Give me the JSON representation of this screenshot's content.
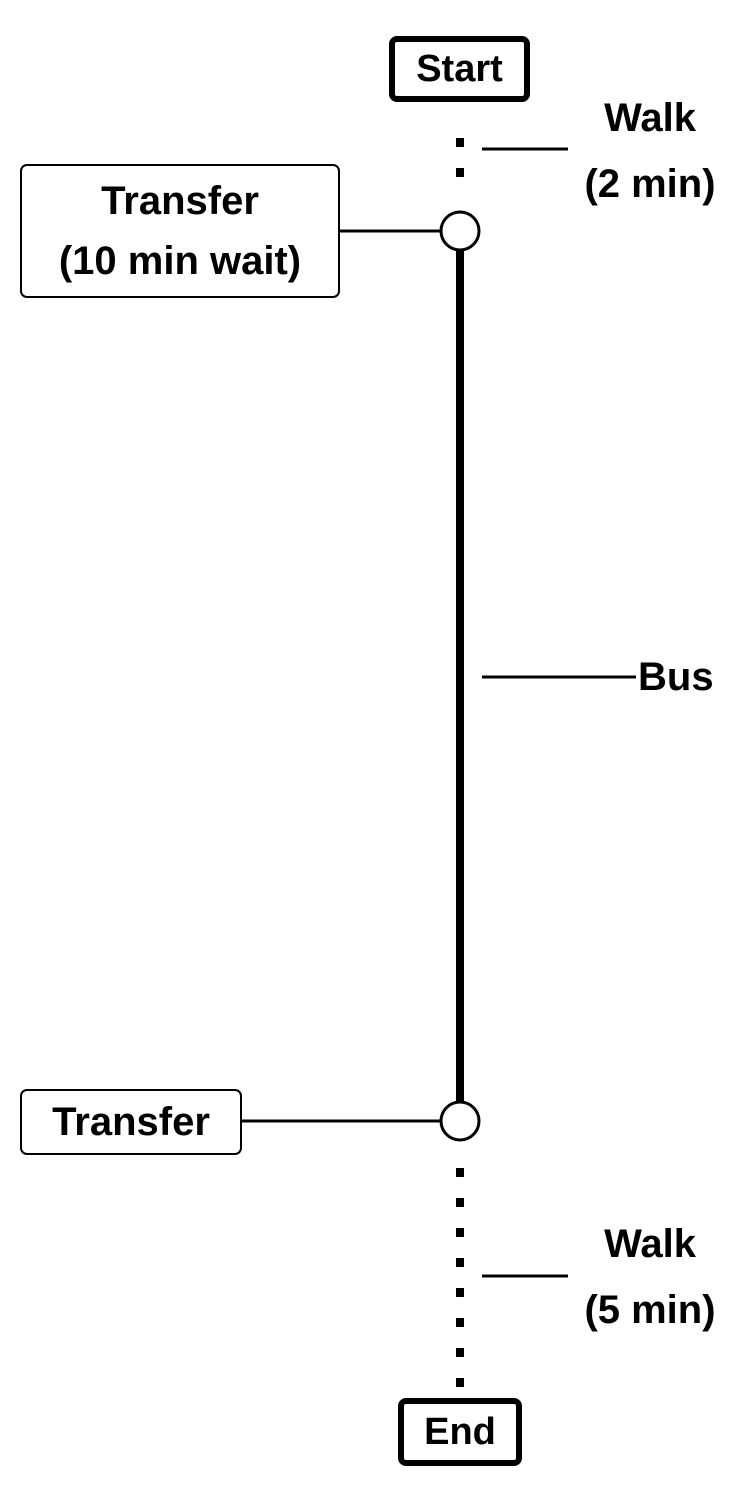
{
  "start": {
    "label": "Start"
  },
  "end": {
    "label": "End"
  },
  "transfers": [
    {
      "line1": "Transfer",
      "line2": "(10 min wait)"
    },
    {
      "line1": "Transfer"
    }
  ],
  "segments": [
    {
      "mode": "Walk",
      "duration": "(2 min)",
      "style": "dotted"
    },
    {
      "mode": "Bus",
      "style": "solid"
    },
    {
      "mode": "Walk",
      "duration": "(5 min)",
      "style": "dotted"
    }
  ]
}
